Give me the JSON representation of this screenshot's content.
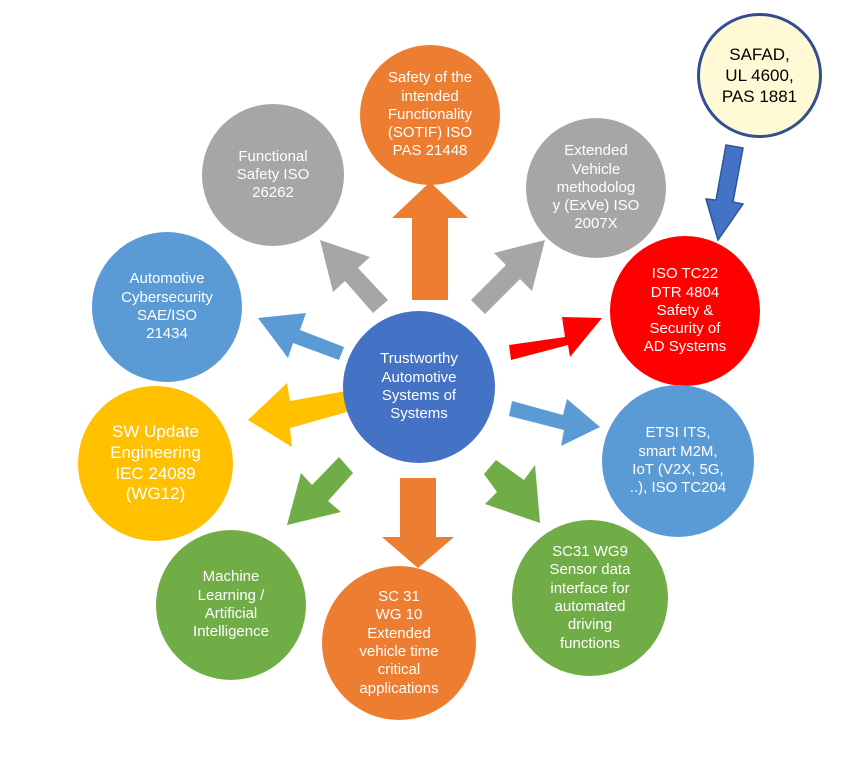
{
  "center": {
    "label": "Trustworthy\nAutomotive\nSystems of\nSystems",
    "color": "#4472c4"
  },
  "callout": {
    "label": "SAFAD,\nUL 4600,\nPAS 1881",
    "fill": "#fff9d6",
    "border": "#2f4f8f",
    "arrow_color": "#4472c4"
  },
  "nodes": [
    {
      "id": "sotif",
      "label": "Safety of the\nintended\nFunctionality\n(SOTIF) ISO\nPAS 21448",
      "color": "#ed7d31"
    },
    {
      "id": "extended-vehicle",
      "label": "Extended\nVehicle\nmethodolog\ny (ExVe) ISO\n2007X",
      "color": "#a6a6a6"
    },
    {
      "id": "iso-tc22",
      "label": "ISO TC22\nDTR 4804\nSafety &\nSecurity of\nAD Systems",
      "color": "#ff0000"
    },
    {
      "id": "etsi-its",
      "label": "ETSI ITS,\nsmart M2M,\nIoT (V2X, 5G,\n..), ISO TC204",
      "color": "#5b9bd5"
    },
    {
      "id": "sensor-data",
      "label": "SC31 WG9\nSensor data\ninterface for\nautomated\ndriving\nfunctions",
      "color": "#70ad47"
    },
    {
      "id": "time-critical",
      "label": "SC 31\nWG 10\nExtended\nvehicle time\ncritical\napplications",
      "color": "#ed7d31"
    },
    {
      "id": "ml-ai",
      "label": "Machine\nLearning /\nArtificial\nIntelligence",
      "color": "#70ad47"
    },
    {
      "id": "sw-update",
      "label": "SW Update\nEngineering\nIEC 24089\n(WG12)",
      "color": "#ffc000"
    },
    {
      "id": "cybersecurity",
      "label": "Automotive\nCybersecurity\nSAE/ISO\n21434",
      "color": "#5b9bd5"
    },
    {
      "id": "functional-safety",
      "label": "Functional\nSafety ISO\n26262",
      "color": "#a6a6a6"
    }
  ]
}
